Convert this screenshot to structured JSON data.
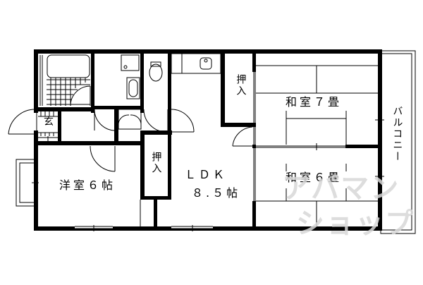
{
  "floor_plan": {
    "rooms": {
      "ldk": {
        "name": "ＬＤＫ",
        "size": "８.５帖"
      },
      "western_room": {
        "name": "洋室６帖"
      },
      "japanese_room_1": {
        "name": "和室７畳"
      },
      "japanese_room_2": {
        "name": "和室６畳"
      },
      "closet_upper": {
        "name": "押入"
      },
      "closet_lower": {
        "name": "押入"
      },
      "entrance": {
        "name": "玄"
      },
      "balcony": {
        "name": "バルコニー"
      }
    },
    "watermark": {
      "line1": "アパマン",
      "line2": "ショップ"
    },
    "colors": {
      "wall": "#000000",
      "background": "#ffffff",
      "watermark": "#d8d8d8"
    }
  }
}
